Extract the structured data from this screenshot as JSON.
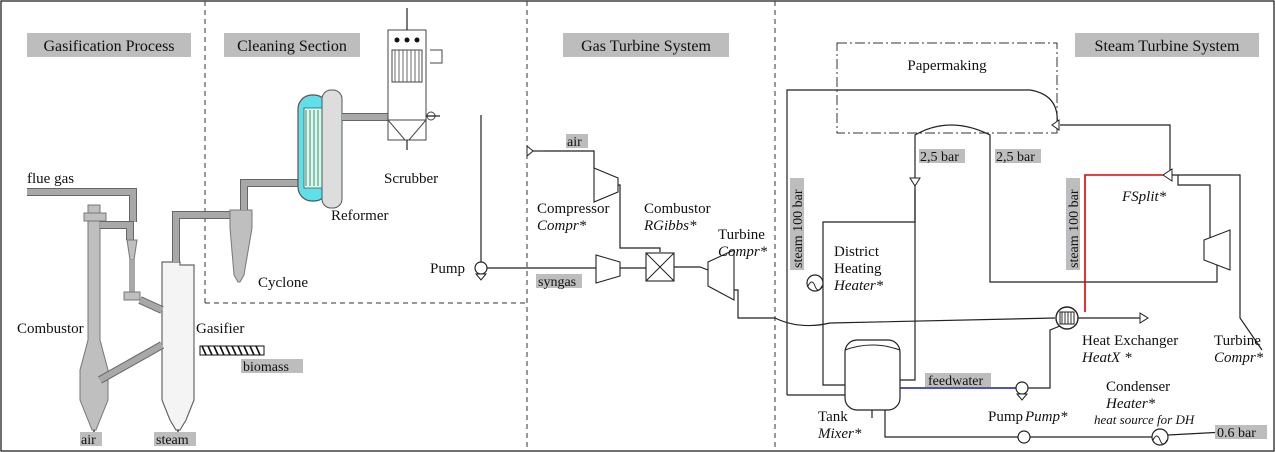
{
  "sections": {
    "gasification": "Gasification Process",
    "cleaning": "Cleaning Section",
    "gas_turbine": "Gas Turbine System",
    "steam_turbine": "Steam Turbine System"
  },
  "streams": {
    "flue_gas": "flue gas",
    "air_bottom": "air",
    "steam_bottom": "steam",
    "biomass": "biomass",
    "air_gt": "air",
    "syngas": "syngas",
    "feedwater": "feedwater",
    "steam_100_left": "steam 100 bar",
    "steam_100_right": "steam 100 bar",
    "p25_left": "2,5 bar",
    "p25_right": "2,5 bar",
    "p06": "0.6 bar"
  },
  "equipment": {
    "combustor_gas": "Combustor",
    "gasifier": "Gasifier",
    "cyclone": "Cyclone",
    "reformer": "Reformer",
    "scrubber": "Scrubber",
    "pump_clean": "Pump",
    "compressor": "Compressor",
    "compressor_model": "Compr*",
    "combustor_gt": "Combustor",
    "combustor_gt_model": "RGibbs*",
    "turbine_gt": "Turbine",
    "turbine_gt_model": "Compr*",
    "papermaking": "Papermaking",
    "district_heating_1": "District",
    "district_heating_2": "Heating",
    "district_heating_model": "Heater*",
    "fsplit": "FSplit*",
    "heat_exchanger": "Heat Exchanger",
    "heat_exchanger_model": "HeatX *",
    "turbine_st": "Turbine",
    "turbine_st_model": "Compr*",
    "tank": "Tank",
    "tank_model": "Mixer*",
    "pump_st": "Pump",
    "pump_st_model": "Pump*",
    "condenser": "Condenser",
    "condenser_model": "Heater*",
    "condenser_note": "heat source for DH"
  },
  "colors": {
    "label_bg": "#bdbdbd",
    "steam_line": "#e00000",
    "feedwater_line": "#1a1aa0",
    "reformer_fill": "#5fe0e8"
  }
}
